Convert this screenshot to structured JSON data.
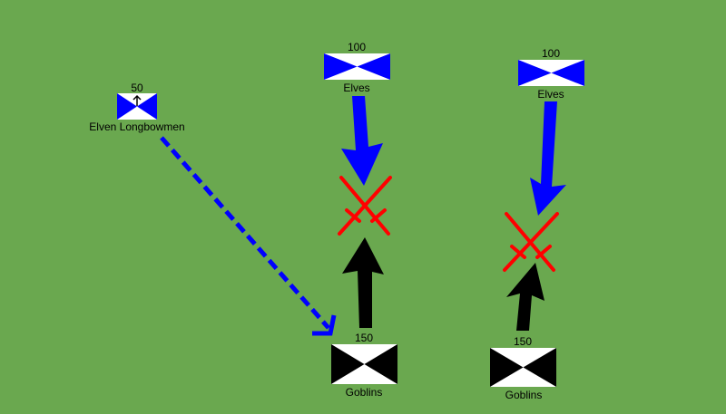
{
  "colors": {
    "background": "#6aa84f",
    "elves": "#0000ff",
    "goblins": "#000000",
    "clash": "#ff0000",
    "light": "#ffffff"
  },
  "units": {
    "longbowmen": {
      "name": "Elven Longbowmen",
      "strength": "50",
      "icon": "archer-arrow-icon"
    },
    "elves_left": {
      "name": "Elves",
      "strength": "100"
    },
    "elves_right": {
      "name": "Elves",
      "strength": "100"
    },
    "goblins_left": {
      "name": "Goblins",
      "strength": "150"
    },
    "goblins_right": {
      "name": "Goblins",
      "strength": "150"
    }
  },
  "markers": {
    "clash_left": "crossed-swords-icon",
    "clash_right": "crossed-swords-icon",
    "fire_path": "dashed-arrow"
  }
}
